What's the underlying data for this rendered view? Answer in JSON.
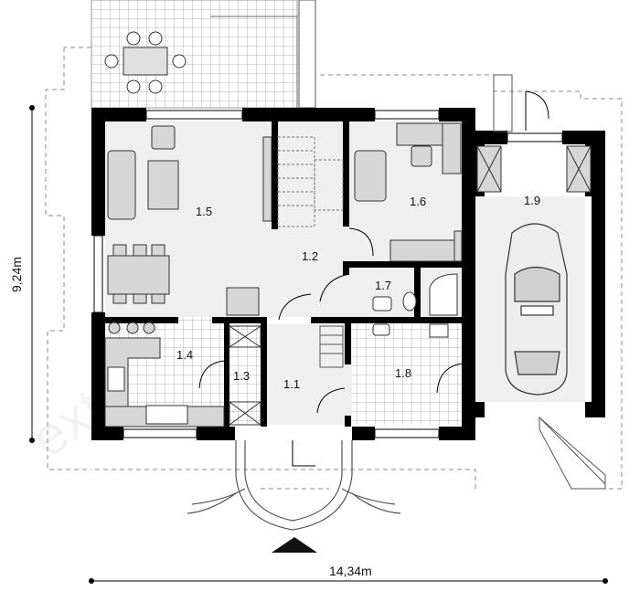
{
  "dimensions": {
    "width": "14,34m",
    "depth": "9,24m"
  },
  "rooms": [
    {
      "id": "1.1",
      "label": "1.1"
    },
    {
      "id": "1.2",
      "label": "1.2"
    },
    {
      "id": "1.3",
      "label": "1.3"
    },
    {
      "id": "1.4",
      "label": "1.4"
    },
    {
      "id": "1.5",
      "label": "1.5"
    },
    {
      "id": "1.6",
      "label": "1.6"
    },
    {
      "id": "1.7",
      "label": "1.7"
    },
    {
      "id": "1.8",
      "label": "1.8"
    },
    {
      "id": "1.9",
      "label": "1.9"
    }
  ],
  "colors": {
    "wall": "#000000",
    "tile": "#bdbdbd",
    "furniture": "#d6d6d6",
    "dashed": "#8a8a8a"
  }
}
